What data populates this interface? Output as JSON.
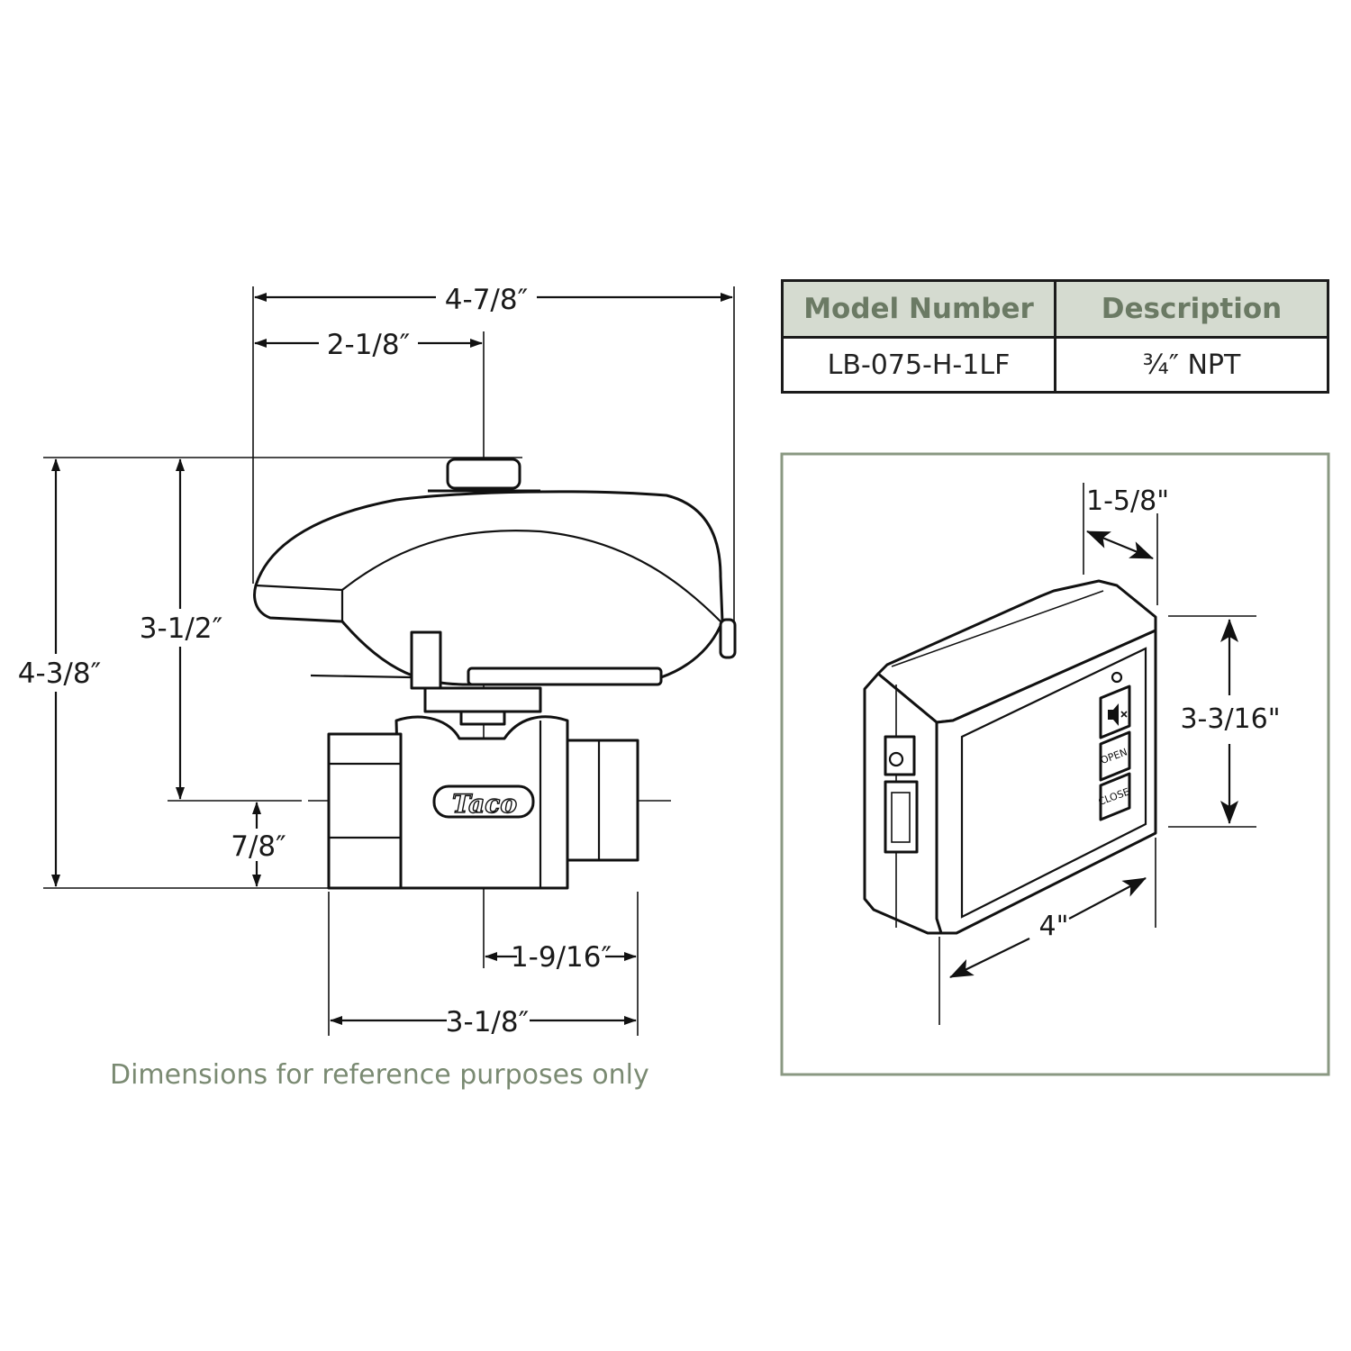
{
  "valve": {
    "brand_logo": "Taco",
    "dimensions": {
      "overall_width": "4-7/8″",
      "centerline_offset": "2-1/8″",
      "overall_height": "4-3/8″",
      "height_above_center": "3-1/2″",
      "height_below_center": "7/8″",
      "half_body_length": "1-9/16″",
      "body_length": "3-1/8″"
    }
  },
  "table": {
    "headers": [
      "Model Number",
      "Description"
    ],
    "rows": [
      [
        "LB-075-H-1LF",
        "¾″ NPT"
      ]
    ],
    "header_bg": "#d5dbd0",
    "header_text_color": "#6b7a64"
  },
  "control_box": {
    "dimensions": {
      "depth": "1-5/8\"",
      "height": "3-3/16\"",
      "width": "4\""
    },
    "buttons": {
      "mute_icon": "speaker-mute-icon",
      "open": "OPEN",
      "close": "CLOSE"
    },
    "frame_color": "#8a9882"
  },
  "footnote": "Dimensions for reference purposes only"
}
